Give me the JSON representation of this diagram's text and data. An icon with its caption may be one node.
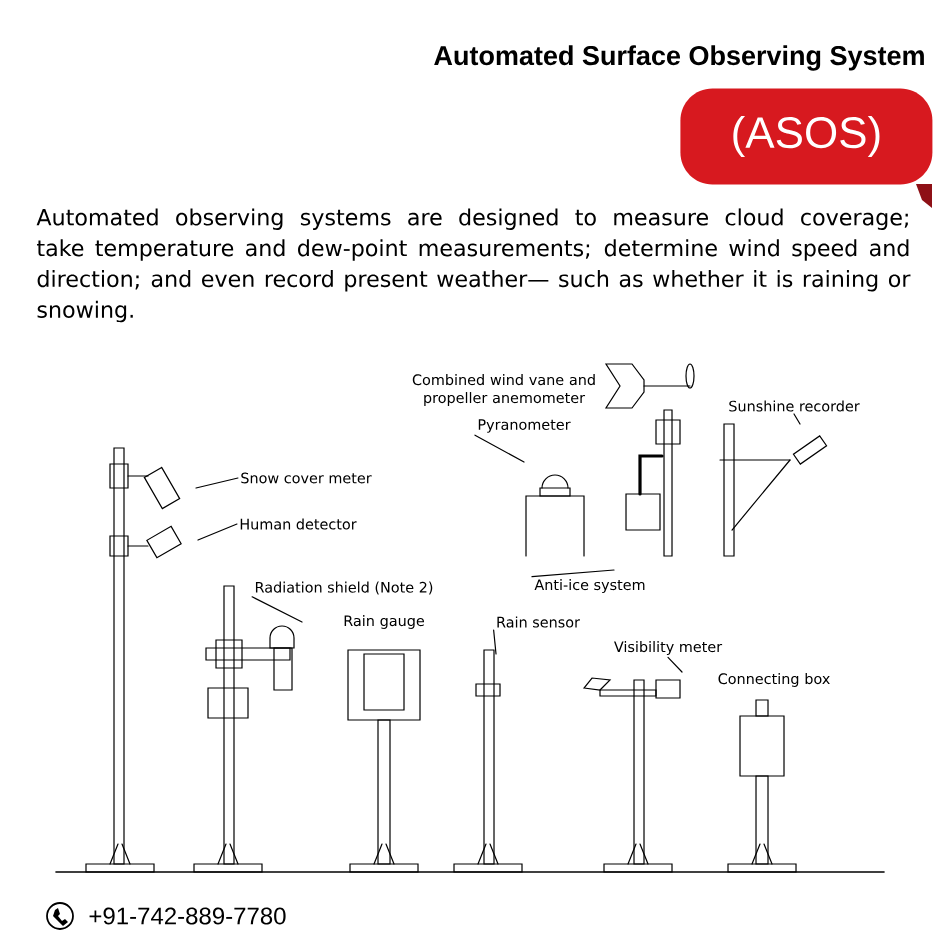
{
  "diagram": {
    "title": "Automated Surface Observing System",
    "nodes": [
      {
        "text": [
          "(ASOS)"
        ]
      },
      {
        "text": [
          "Sunshine recorder"
        ]
      },
      {
        "text": [
          "Pyranometer"
        ]
      },
      {
        "text": [
          "Snow cover meter"
        ]
      },
      {
        "text": [
          "Human detector"
        ]
      },
      {
        "text": [
          "Anti-ice system"
        ]
      },
      {
        "text": [
          "Radiation shield (Note 2)"
        ]
      },
      {
        "text": [
          "Rain sensor"
        ]
      },
      {
        "text": [
          "Visibility meter"
        ]
      }
    ],
    "edges": [
      {
        "from": 1,
        "to": null,
        "arrow": "none"
      },
      {
        "from": 2,
        "to": null,
        "arrow": "none"
      },
      {
        "from": 3,
        "to": null,
        "arrow": "none"
      },
      {
        "from": 4,
        "to": null,
        "arrow": "none"
      },
      {
        "from": 5,
        "to": null,
        "arrow": "none"
      },
      {
        "from": 6,
        "to": null,
        "arrow": "none"
      },
      {
        "from": 7,
        "to": null,
        "arrow": "none"
      },
      {
        "from": 8,
        "to": null,
        "arrow": "none"
      }
    ],
    "labels": [
      "Automated observing systems are designed to measure cloud coverage; take temperature and dew-point measurements; determine wind speed and direction; and even record present weather— such as whether it is raining or snowing.",
      "Combined wind vane and propeller anemometer",
      "Rain gauge",
      "Connecting box",
      "+91-742-889-7780"
    ]
  }
}
